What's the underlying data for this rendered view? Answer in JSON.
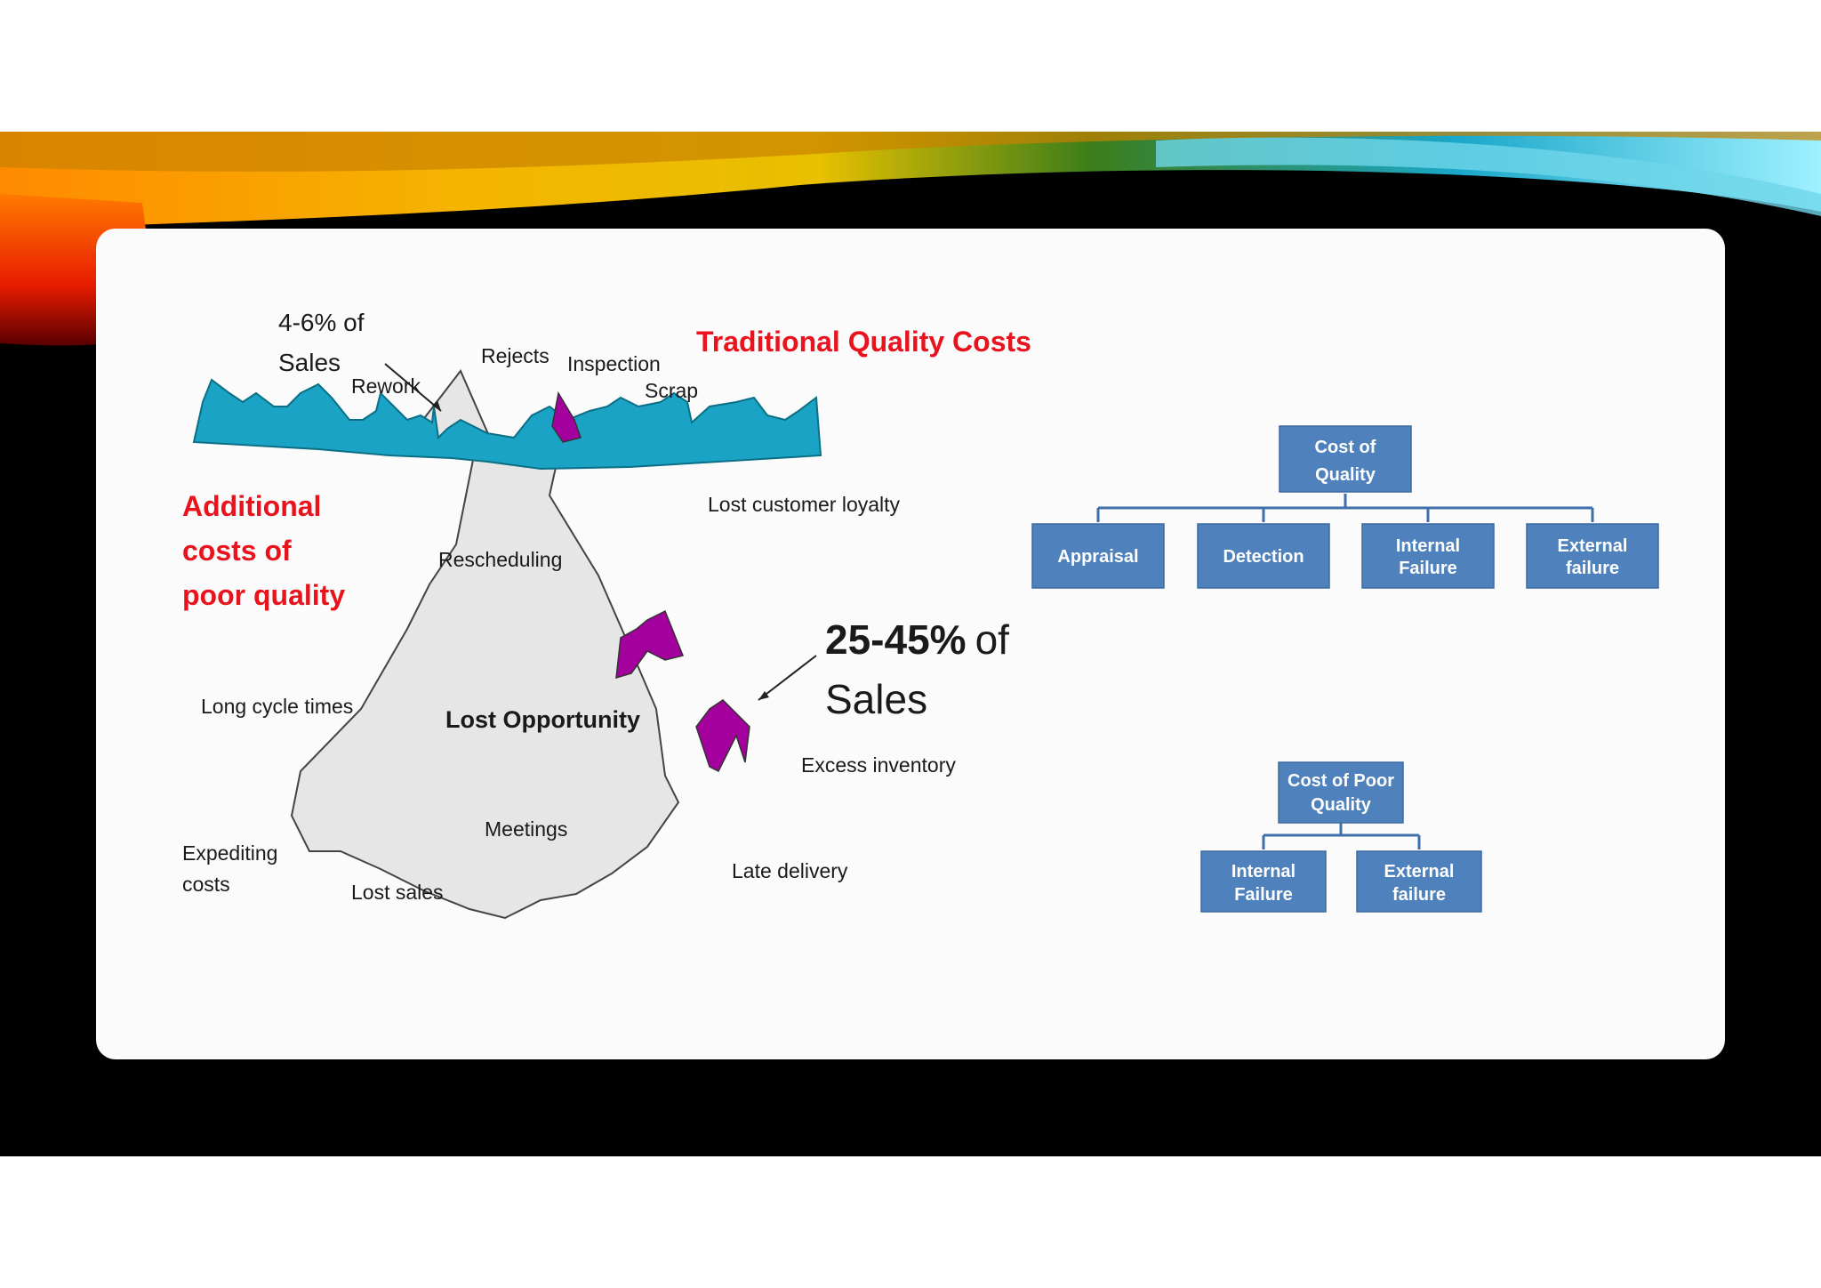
{
  "iceberg": {
    "top_pct": "4-6% of",
    "top_sales": "Sales",
    "title_traditional": "Traditional Quality Costs",
    "tip_labels": {
      "rework": "Rework",
      "rejects": "Rejects",
      "inspection": "Inspection",
      "scrap": "Scrap"
    },
    "additional_line1": "Additional",
    "additional_line2": "costs of",
    "additional_line3": "poor quality",
    "hidden_labels": {
      "lost_loyalty": "Lost customer loyalty",
      "rescheduling": "Rescheduling",
      "long_cycle": "Long cycle times",
      "lost_opportunity": "Lost Opportunity",
      "excess_inventory": "Excess inventory",
      "meetings": "Meetings",
      "expediting_1": "Expediting",
      "expediting_2": "costs",
      "lost_sales": "Lost sales",
      "late_delivery": "Late delivery"
    },
    "big_pct": "25-45%",
    "big_of": "of",
    "big_sales": "Sales"
  },
  "coq": {
    "root_line1": "Cost of",
    "root_line2": "Quality",
    "children": [
      {
        "line1": "Appraisal",
        "line2": ""
      },
      {
        "line1": "Detection",
        "line2": ""
      },
      {
        "line1": "Internal",
        "line2": "Failure"
      },
      {
        "line1": "External",
        "line2": "failure"
      }
    ]
  },
  "copq": {
    "root_line1": "Cost of Poor",
    "root_line2": "Quality",
    "children": [
      {
        "line1": "Internal",
        "line2": "Failure"
      },
      {
        "line1": "External",
        "line2": "failure"
      }
    ]
  },
  "colors": {
    "water": "#1aa3c4",
    "berg": "#e6e6e6",
    "purple": "#a3009e",
    "box": "#4f81bd",
    "red_text": "#e8131c"
  }
}
